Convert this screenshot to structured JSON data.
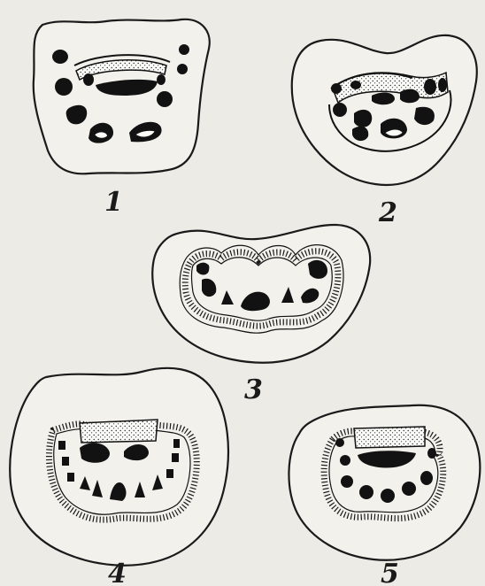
{
  "figure": {
    "panels": [
      {
        "id": "panel-1",
        "label": "1"
      },
      {
        "id": "panel-2",
        "label": "2"
      },
      {
        "id": "panel-3",
        "label": "3"
      },
      {
        "id": "panel-4",
        "label": "4"
      },
      {
        "id": "panel-5",
        "label": "5"
      }
    ],
    "colors": {
      "ink": "#121212",
      "paper": "#ecebe6"
    }
  }
}
